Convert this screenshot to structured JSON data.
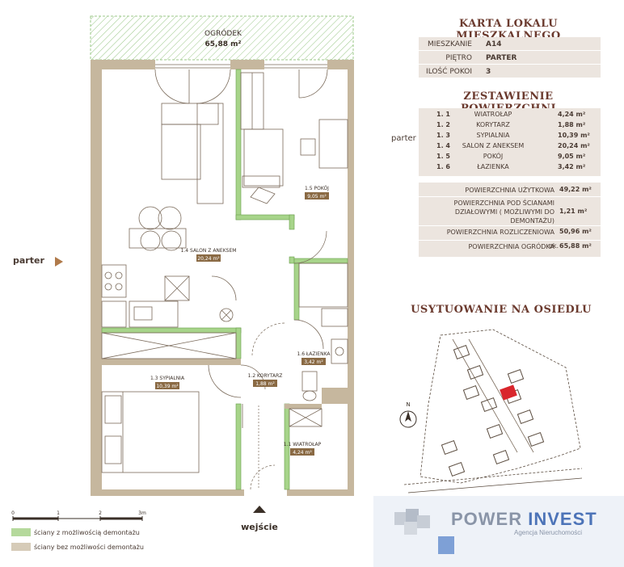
{
  "garden": {
    "label": "OGRÓDEK",
    "area": "65,88 m²"
  },
  "rooms": [
    {
      "id": "1.5",
      "name": "1.5 POKÓJ",
      "area": "9,05 m²"
    },
    {
      "id": "1.4",
      "name": "1.4 SALON Z ANEKSEM",
      "area": "20,24 m²"
    },
    {
      "id": "1.6",
      "name": "1.6 ŁAZIENKA",
      "area": "3,42 m²"
    },
    {
      "id": "1.3",
      "name": "1.3 SYPIALNIA",
      "area": "10,39 m²"
    },
    {
      "id": "1.2",
      "name": "1.2 KORYTARZ",
      "area": "1,88 m²"
    },
    {
      "id": "1.1",
      "name": "1.1 WIATROŁAP",
      "area": "4,24 m²"
    }
  ],
  "entrance": "wejście",
  "scale": {
    "ticks": [
      "0",
      "1",
      "2",
      "3m"
    ]
  },
  "legend": [
    {
      "label": "ściany z możliwością demontażu",
      "color": "#b5d99c"
    },
    {
      "label": "ściany bez możliwości demontażu",
      "color": "#d6cbb8"
    }
  ],
  "side_labels": {
    "left": "parter",
    "right": "parter"
  },
  "card": {
    "title": "KARTA LOKALU MIESZKALNEGO",
    "info": [
      {
        "k": "MIESZKANIE",
        "v": "A14"
      },
      {
        "k": "PIĘTRO",
        "v": "PARTER"
      },
      {
        "k": "ILOŚĆ POKOI",
        "v": "3"
      }
    ],
    "areas_title": "ZESTAWIENIE POWIERZCHNI",
    "areas": [
      {
        "n": "1. 1",
        "name": "WIATROŁAP",
        "v": "4,24 m²"
      },
      {
        "n": "1. 2",
        "name": "KORYTARZ",
        "v": "1,88 m²"
      },
      {
        "n": "1. 3",
        "name": "SYPIALNIA",
        "v": "10,39 m²"
      },
      {
        "n": "1. 4",
        "name": "SALON Z ANEKSEM",
        "v": "20,24 m²"
      },
      {
        "n": "1. 5",
        "name": "POKÓJ",
        "v": "9,05 m²"
      },
      {
        "n": "1. 6",
        "name": "ŁAZIENKA",
        "v": "3,42 m²"
      }
    ],
    "totals": [
      {
        "k": "POWIERZCHNIA UŻYTKOWA",
        "v": "49,22 m²"
      },
      {
        "k": "POWIERZCHNIA POD ŚCIANAMI DZIAŁOWYMI ( MOŻLIWYMI DO DEMONTAŻU)",
        "v": "1,21 m²"
      },
      {
        "k": "POWIERZCHNIA ROZLICZENIOWA",
        "v": "50,96 m²"
      },
      {
        "k": "POWIERZCHNIA OGRÓDKA",
        "prefix": "ok.",
        "v": "65,88 m²"
      }
    ]
  },
  "site": {
    "title": "USYTUOWANIE NA OSIEDLU",
    "compass": "N"
  },
  "logo": {
    "name": "POWER",
    "name2": "INVEST",
    "sub": "Agencja Nieruchomości"
  },
  "colors": {
    "wall": "#b9a98e",
    "removable": "#8fc66b",
    "accent": "#6b3a2e",
    "highlight": "#d9262c",
    "garden": "#e4f2dc",
    "panel": "#ece5df"
  }
}
